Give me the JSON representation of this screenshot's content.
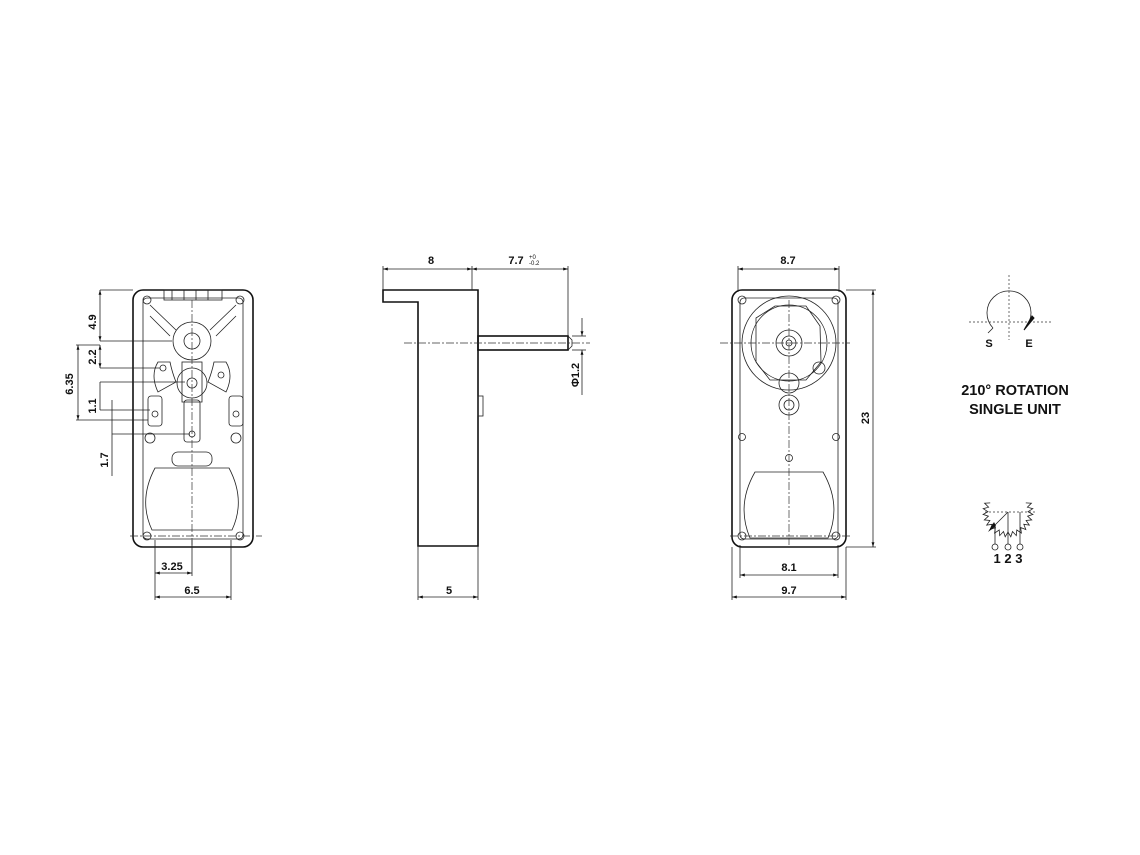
{
  "front_view": {
    "dims": {
      "d_4_9": "4.9",
      "d_2_2": "2.2",
      "d_6_35": "6.35",
      "d_1_1": "1.1",
      "d_1_7": "1.7",
      "d_3_25": "3.25",
      "d_6_5": "6.5"
    }
  },
  "side_view": {
    "dims": {
      "d_8": "8",
      "d_7_7": "7.7",
      "d_tol": "+0",
      "d_tol2": "-0.2",
      "d_phi": "Φ1.2",
      "d_5": "5"
    }
  },
  "back_view": {
    "dims": {
      "d_8_7": "8.7",
      "d_23": "23",
      "d_8_1": "8.1",
      "d_9_7": "9.7"
    }
  },
  "rotation_symbol": {
    "label_s": "S",
    "label_e": "E",
    "rotation_line1": "210° ROTATION",
    "rotation_line2": "SINGLE UNIT"
  },
  "schematic": {
    "pins": "1 2 3"
  }
}
